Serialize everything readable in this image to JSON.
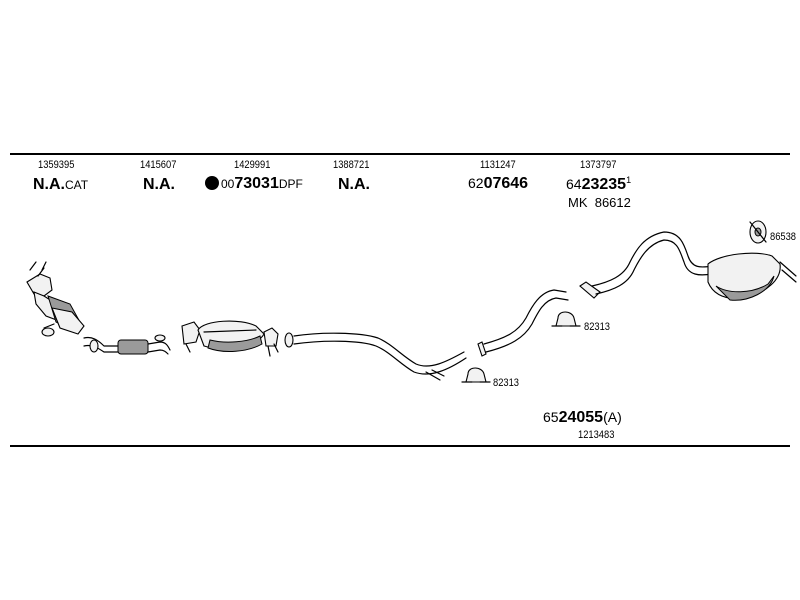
{
  "parts": [
    {
      "ref": "1359395",
      "code_main": "N.A.",
      "code_suffix": "CAT"
    },
    {
      "ref": "1415607",
      "code_main": "N.A."
    },
    {
      "ref": "1429991",
      "code_prefix": "00",
      "code_main": "73031",
      "code_suffix": "DPF",
      "marker": "filled-circle-icon"
    },
    {
      "ref": "1388721",
      "code_main": "N.A."
    },
    {
      "ref": "1131247",
      "code_prefix": "62",
      "code_main": "07646"
    },
    {
      "ref": "1373797",
      "code_prefix": "64",
      "code_main": "23235",
      "code_suffix": "1",
      "kit": "MK  86612"
    }
  ],
  "clamps": {
    "clamp_left": "82313",
    "clamp_right": "82313",
    "mount": "86538"
  },
  "bottom_part": {
    "code_prefix": "65",
    "code_main": "24055",
    "code_suffix": "(A)",
    "ref": "1213483"
  }
}
